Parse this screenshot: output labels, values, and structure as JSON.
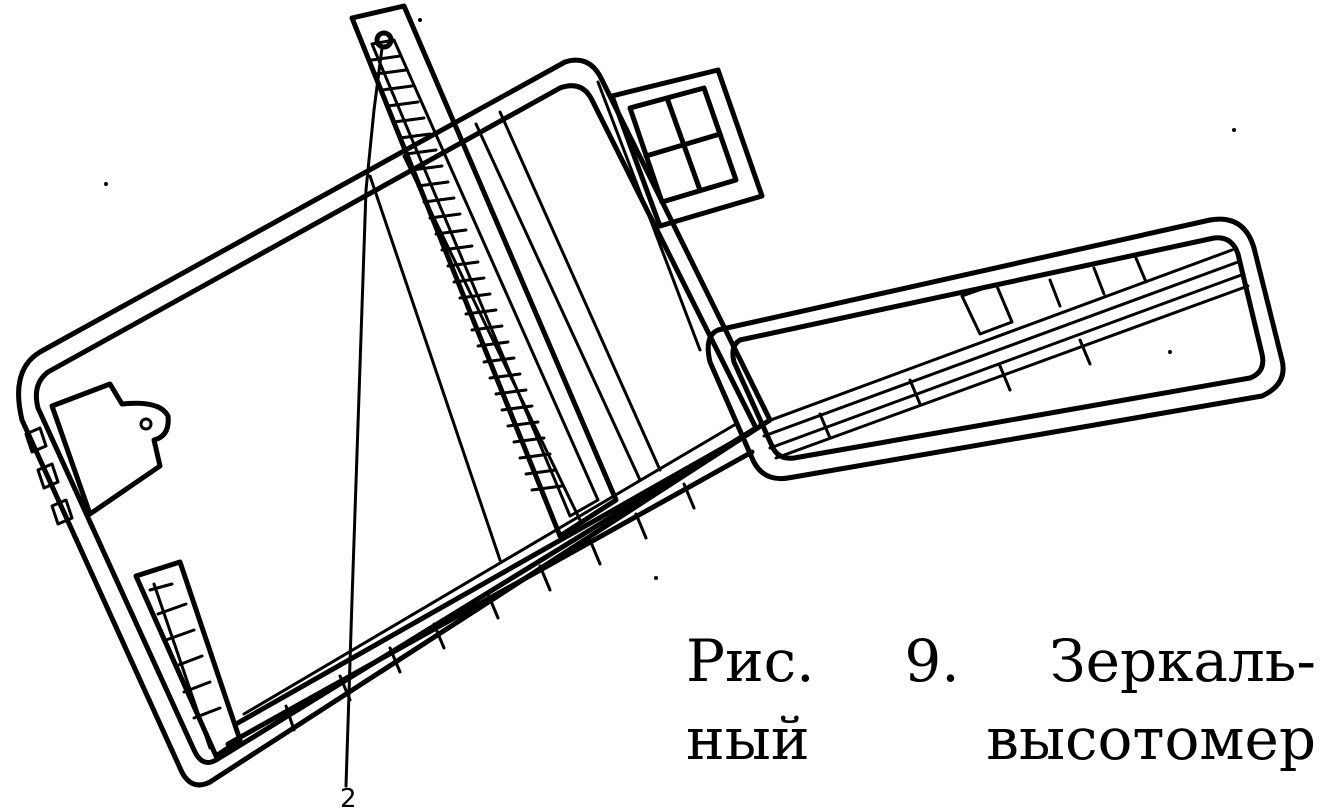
{
  "caption": {
    "line1_left": "Рис.",
    "line1_mid": "9.",
    "line1_right": "Зеркаль-",
    "line2_left": "ный",
    "line2_right": "высотомер"
  },
  "callout_label": "2",
  "colors": {
    "ink": "#000000",
    "paper": "#ffffff"
  }
}
